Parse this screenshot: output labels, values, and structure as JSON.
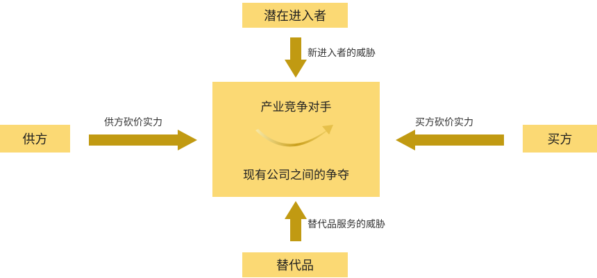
{
  "nodes": {
    "top": "潜在进入者",
    "bottom": "替代品",
    "left": "供方",
    "right": "买方",
    "center_title": "产业竞争对手",
    "center_subtitle": "现有公司之间的争夺"
  },
  "edges": {
    "top": "新进入者的威胁",
    "bottom": "替代品服务的威胁",
    "left": "供方砍价实力",
    "right": "买方砍价实力"
  },
  "colors": {
    "box_fill": "#fbd974",
    "arrow": "#c19a12"
  }
}
